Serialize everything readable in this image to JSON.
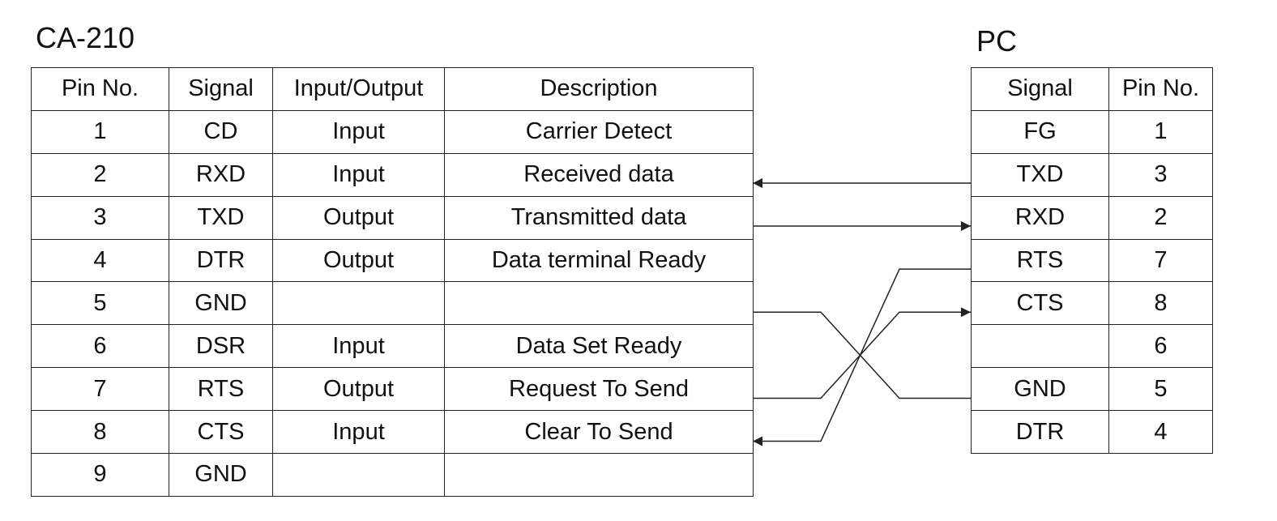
{
  "left_table": {
    "title": "CA-210",
    "headers": [
      "Pin No.",
      "Signal",
      "Input/Output",
      "Description"
    ],
    "rows": [
      [
        "1",
        "CD",
        "Input",
        "Carrier Detect"
      ],
      [
        "2",
        "RXD",
        "Input",
        "Received data"
      ],
      [
        "3",
        "TXD",
        "Output",
        "Transmitted data"
      ],
      [
        "4",
        "DTR",
        "Output",
        "Data terminal Ready"
      ],
      [
        "5",
        "GND",
        "",
        ""
      ],
      [
        "6",
        "DSR",
        "Input",
        "Data Set Ready"
      ],
      [
        "7",
        "RTS",
        "Output",
        "Request To Send"
      ],
      [
        "8",
        "CTS",
        "Input",
        "Clear To Send"
      ],
      [
        "9",
        "GND",
        "",
        ""
      ]
    ]
  },
  "right_table": {
    "title": "PC",
    "headers": [
      "Signal",
      "Pin No."
    ],
    "rows": [
      [
        "FG",
        "1"
      ],
      [
        "TXD",
        "3"
      ],
      [
        "RXD",
        "2"
      ],
      [
        "RTS",
        "7"
      ],
      [
        "CTS",
        "8"
      ],
      [
        "",
        "6"
      ],
      [
        "GND",
        "5"
      ],
      [
        "DTR",
        "4"
      ]
    ]
  },
  "connections": [
    {
      "left_signal": "RXD",
      "right_signal": "TXD",
      "direction": "to-left"
    },
    {
      "left_signal": "TXD",
      "right_signal": "RXD",
      "direction": "to-right"
    },
    {
      "left_signal": "GND",
      "right_signal": "GND",
      "direction": "none"
    },
    {
      "left_signal": "RTS",
      "right_signal": "CTS",
      "direction": "to-right"
    },
    {
      "left_signal": "CTS",
      "right_signal": "RTS",
      "direction": "to-left"
    }
  ],
  "colors": {
    "ink": "#222222",
    "background": "#ffffff"
  }
}
